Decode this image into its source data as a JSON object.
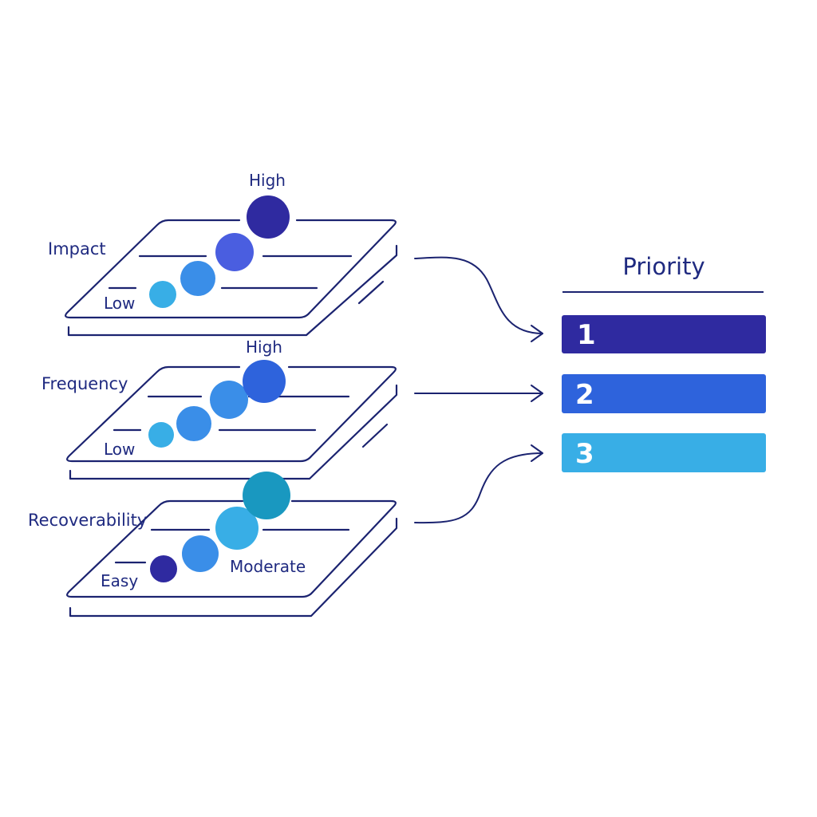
{
  "colors": {
    "ink": "#1b2370",
    "label": "#1f2a80",
    "navy": "#2f2aa0",
    "royal": "#4a5ee0",
    "blue": "#3a8ee8",
    "sky": "#38aee6",
    "teal": "#1998c0"
  },
  "layers": [
    {
      "label": "Impact",
      "high_label": "High",
      "low_label": "Low",
      "dot_colors": [
        "#38aee6",
        "#3a8ee8",
        "#4a5ee0",
        "#2f2aa0"
      ]
    },
    {
      "label": "Frequency",
      "high_label": "High",
      "low_label": "Low",
      "dot_colors": [
        "#38aee6",
        "#3a8ee8",
        "#3a8ee8",
        "#2e63dc"
      ]
    },
    {
      "label": "Recoverability",
      "low_label": "Easy",
      "mid_label": "Moderate",
      "dot_colors": [
        "#2f2aa0",
        "#3a8ee8",
        "#38aee6",
        "#1998c0"
      ]
    }
  ],
  "priority": {
    "title": "Priority",
    "ranks": [
      {
        "label": "1",
        "color": "#2f2aa0"
      },
      {
        "label": "2",
        "color": "#2e63dc"
      },
      {
        "label": "3",
        "color": "#38aee6"
      }
    ]
  }
}
